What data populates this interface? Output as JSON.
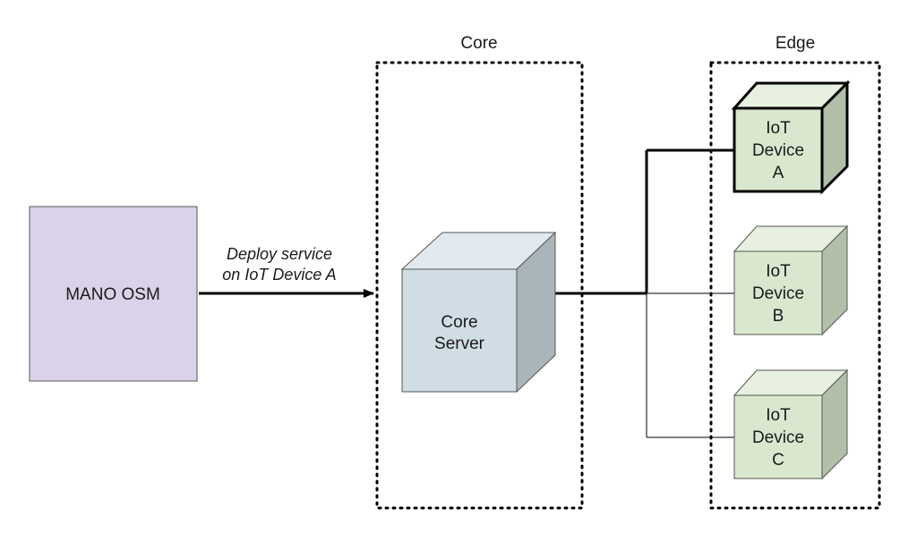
{
  "groups": {
    "core_title": "Core",
    "edge_title": "Edge"
  },
  "orchestrator": {
    "label": "MANO OSM"
  },
  "arrow": {
    "line1": "Deploy service",
    "line2": "on IoT Device A"
  },
  "core_server": {
    "line1": "Core",
    "line2": "Server"
  },
  "devices": [
    {
      "line1": "IoT",
      "line2": "Device",
      "line3": "A"
    },
    {
      "line1": "IoT",
      "line2": "Device",
      "line3": "B"
    },
    {
      "line1": "IoT",
      "line2": "Device",
      "line3": "C"
    }
  ],
  "colors": {
    "orchestrator_fill": "#d9d2e9",
    "server_front": "#d0dde5",
    "server_top": "#e1e9ee",
    "server_side": "#aab5bb",
    "device_front": "#d9e7cf",
    "device_top": "#e8f1e0",
    "device_side": "#b2bfa8"
  }
}
